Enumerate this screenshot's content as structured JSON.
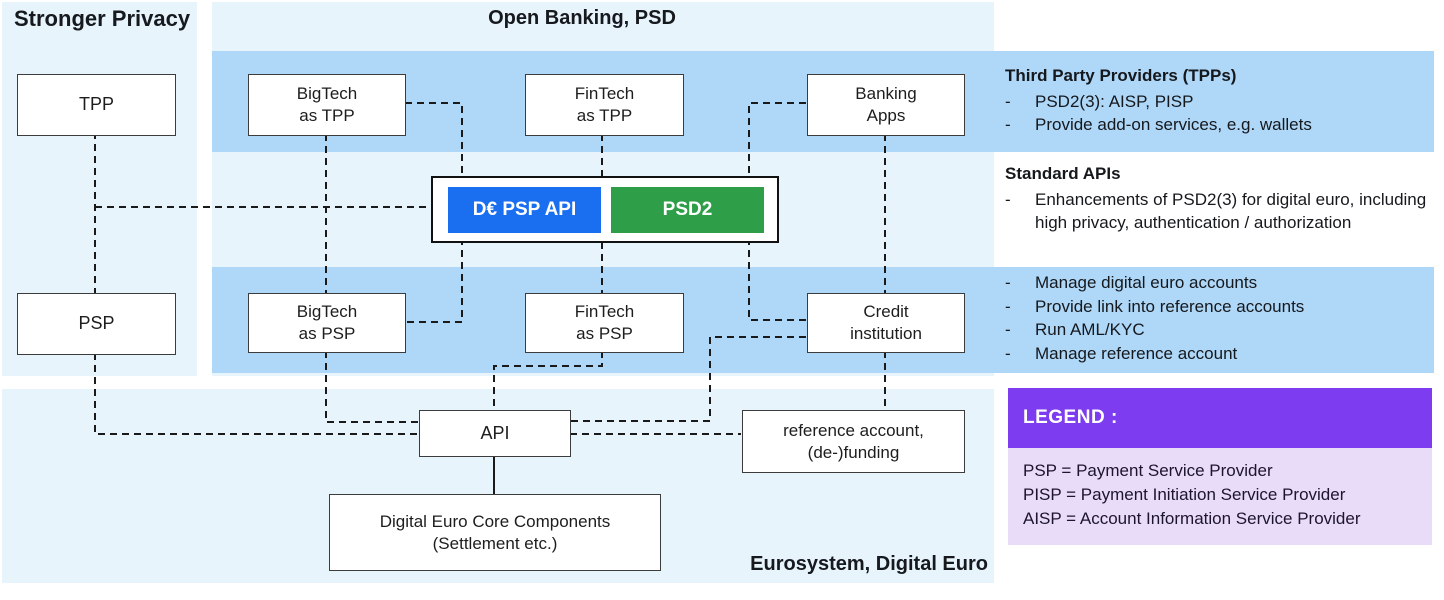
{
  "titles": {
    "stronger_privacy": "Stronger Privacy",
    "open_banking": "Open Banking, PSD",
    "eurosystem": "Eurosystem, Digital Euro"
  },
  "colors": {
    "panel_bg": "#e8f4fc",
    "band_bg": "#aed7f8",
    "de_api_blue": "#1a6ef0",
    "psd2_green": "#2e9e49",
    "legend_header_purple": "#7d3cf0",
    "legend_body_lilac": "#e8dcf8"
  },
  "nodes": {
    "tpp": {
      "label": "TPP"
    },
    "psp": {
      "label": "PSP"
    },
    "bigtech_tpp": {
      "line1": "BigTech",
      "line2": "as TPP"
    },
    "fintech_tpp": {
      "line1": "FinTech",
      "line2": "as TPP"
    },
    "banking_apps": {
      "line1": "Banking",
      "line2": "Apps"
    },
    "bigtech_psp": {
      "line1": "BigTech",
      "line2": "as PSP"
    },
    "fintech_psp": {
      "line1": "FinTech",
      "line2": "as PSP"
    },
    "credit_institution": {
      "line1": "Credit",
      "line2": "institution"
    },
    "de_psp_api_pill": "D€ PSP API",
    "psd2_pill": "PSD2",
    "api": {
      "label": "API"
    },
    "reference_account": {
      "line1": "reference account,",
      "line2": "(de-)funding"
    },
    "core_components": {
      "line1": "Digital Euro Core Components",
      "line2": "(Settlement etc.)"
    }
  },
  "right_column": {
    "tpp_section": {
      "header": "Third Party Providers (TPPs)",
      "bullets": [
        "PSD2(3): AISP, PISP",
        "Provide add-on services, e.g. wallets"
      ]
    },
    "api_section": {
      "header": "Standard APIs",
      "bullets": [
        "Enhancements of PSD2(3) for digital euro, including high privacy, authentication / authorization"
      ]
    },
    "psp_section": {
      "bullets": [
        "Manage digital euro accounts",
        "Provide link into reference accounts",
        "Run AML/KYC",
        "Manage reference account"
      ]
    }
  },
  "legend": {
    "header": "LEGEND :",
    "lines": [
      "PSP = Payment Service Provider",
      "PISP = Payment Initiation Service Provider",
      "AISP = Account Information Service Provider"
    ]
  }
}
